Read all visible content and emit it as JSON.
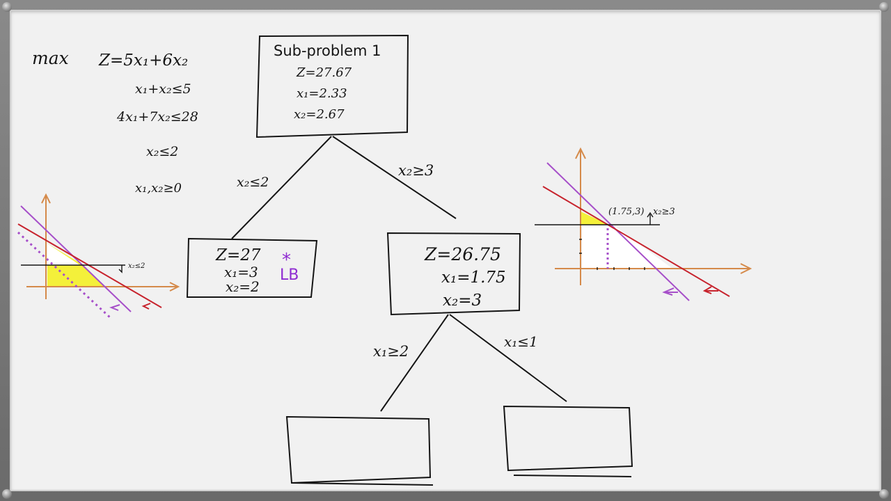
{
  "problem": {
    "objective_max": "max",
    "objective_expr": "Z=5x₁+6x₂",
    "constraint_1": "x₁+x₂≤5",
    "constraint_2": "4x₁+7x₂≤28",
    "constraint_3": "x₂≤2",
    "nonneg": "x₁,x₂≥0"
  },
  "root_node": {
    "title": "Sub-problem 1",
    "z": "Z=27.67",
    "x1": "x₁=2.33",
    "x2": "x₂=2.67"
  },
  "left_branch_label": "x₂≤2",
  "right_branch_label": "x₂≥3",
  "left_node": {
    "z": "Z=27",
    "x1": "x₁=3",
    "x2": "x₂=2",
    "star": "*",
    "lb": "LB"
  },
  "right_node": {
    "z": "Z=26.75",
    "x1": "x₁=1.75",
    "x2": "x₂=3"
  },
  "bottom_left_label": "x₁≥2",
  "bottom_right_label": "x₁≤1",
  "left_graph": {
    "cut_label": "x₂≤2"
  },
  "right_graph": {
    "point_label": "(1.75,3)",
    "cut_label": "x₂≥3"
  },
  "colors": {
    "ink": "#151515",
    "axis": "#d58a4a",
    "purple": "#a64fc9",
    "red": "#c7232d",
    "yellow": "#f4f03a",
    "star": "#8e2bd1"
  }
}
